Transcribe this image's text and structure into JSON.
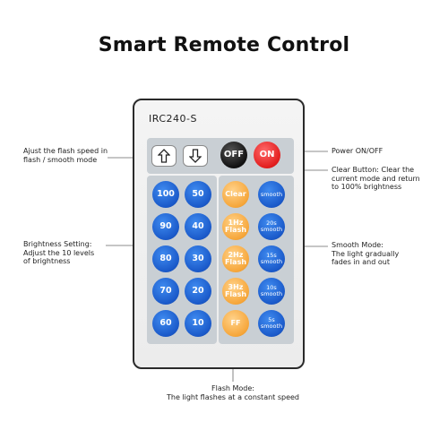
{
  "title": "Smart Remote Control",
  "remote": {
    "model": "IRC240-S",
    "arrows": {
      "up_icon": "arrow-up-icon",
      "down_icon": "arrow-down-icon"
    },
    "power": {
      "off": "OFF",
      "on": "ON"
    },
    "brightness": [
      "100",
      "50",
      "90",
      "40",
      "80",
      "30",
      "70",
      "20",
      "60",
      "10"
    ],
    "mode_column": [
      "Clear",
      "1Hz Flash",
      "2Hz Flash",
      "3Hz Flash",
      "FF"
    ],
    "smooth_column": [
      "smooth",
      "20s smooth",
      "15s smooth",
      "10s smooth",
      "5s smooth"
    ]
  },
  "callouts": {
    "flash_speed": "Ajust the flash speed in\nflash / smooth mode",
    "power": "Power ON/OFF",
    "clear": "Clear Button: Clear the\ncurrent mode and return\nto 100% brightness",
    "brightness": "Brightness Setting:\nAdjust the 10 levels\nof brightness",
    "smooth": "Smooth Mode:\nThe light gradually\nfades in and out",
    "flash": "Flash Mode:\nThe light flashes at a constant speed"
  },
  "colors": {
    "blue": "#1a59c9",
    "orange": "#f6a63a",
    "red": "#e21e1e",
    "black": "#111111",
    "panel": "#c9cfd4"
  }
}
